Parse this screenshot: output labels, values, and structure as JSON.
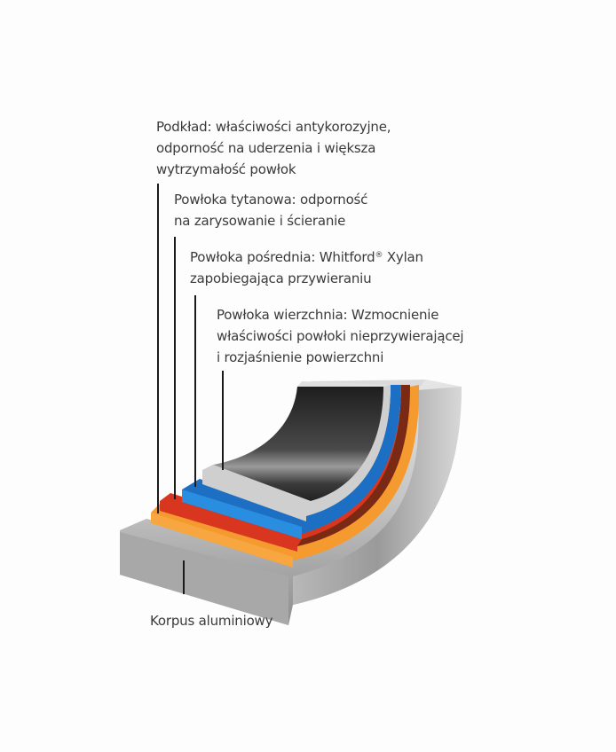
{
  "diagram": {
    "title": "Cookware non-stick coating layer cross-section",
    "layers": [
      {
        "id": "primer",
        "color": "#f59a2f",
        "lines": [
          "Podkład: właściwości antykorozyjne,",
          "odporność na uderzenia i większa",
          "wytrzymałość powłok"
        ]
      },
      {
        "id": "titanium",
        "color": "#d8361f",
        "lines": [
          "Powłoka tytanowa: odporność",
          "na zarysowanie i ścieranie"
        ]
      },
      {
        "id": "intermediate",
        "color": "#1d6fc4",
        "lines": [
          "Powłoka pośrednia: Whitford",
          "®",
          " Xylan",
          "zapobiegająca przywieraniu"
        ]
      },
      {
        "id": "top",
        "color": "#c9c9c9",
        "lines": [
          "Powłoka wierzchnia: Wzmocnienie",
          "właściwości powłoki nieprzywierającej",
          "i rozjaśnienie powierzchni"
        ]
      },
      {
        "id": "body",
        "color": "#b5b5b5",
        "lines": [
          "Korpus aluminiowy"
        ]
      }
    ],
    "surface_color": "#2a2a2a"
  }
}
